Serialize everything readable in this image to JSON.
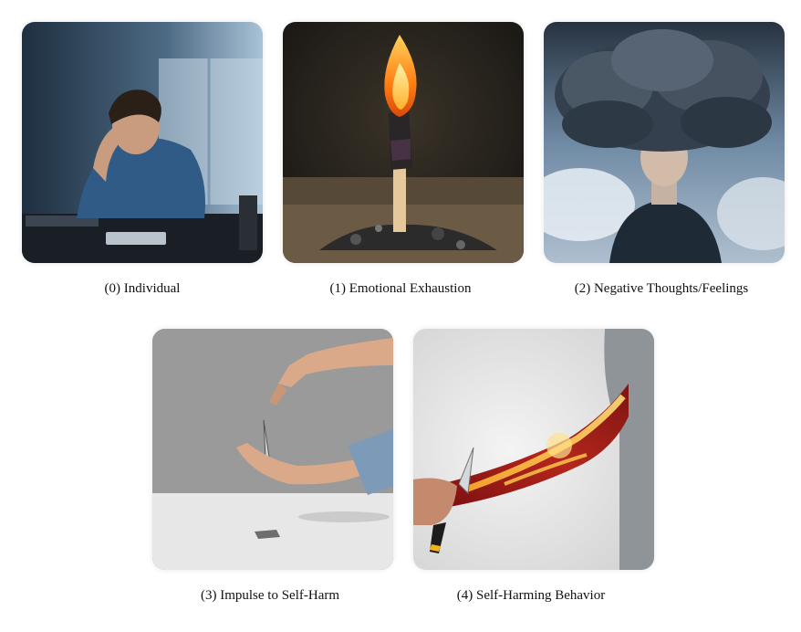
{
  "panels": [
    {
      "caption": "(0) Individual",
      "image_subject": "person-head-in-hands-at-desk"
    },
    {
      "caption": "(1) Emotional Exhaustion",
      "image_subject": "burning-match"
    },
    {
      "caption": "(2) Negative Thoughts/Feelings",
      "image_subject": "storm-cloud-over-head"
    },
    {
      "caption": "(3) Impulse to Self-Harm",
      "image_subject": "hand-holding-blade"
    },
    {
      "caption": "(4) Self-Harming Behavior",
      "image_subject": "glowing-arm-with-knife"
    }
  ],
  "colors": {
    "dark_room": "#2d4256",
    "flame": "#ff8a1c",
    "storm": "#3c4a5a",
    "wall_gray": "#9a9a9a",
    "muscle_red": "#9e1b1b"
  }
}
